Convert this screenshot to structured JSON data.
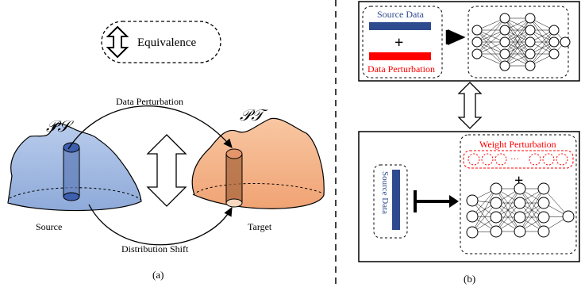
{
  "panel_a": {
    "legend_label": "Equivalence",
    "source_dist_symbol": "𝒫𝒮",
    "target_dist_symbol": "𝒫𝒯",
    "top_arrow_label": "Data Perturbation",
    "bottom_arrow_label": "Distribution Shift",
    "source_label": "Source",
    "target_label": "Target",
    "caption": "(a)"
  },
  "panel_b": {
    "top_box": {
      "source_data_label": "Source Data",
      "plus_sign": "+",
      "perturbation_label": "Data Perturbation"
    },
    "bottom_box": {
      "source_data_label": "Source Data",
      "weight_perturbation_label": "Weight Perturbation",
      "plus_sign": "+",
      "ellipsis": "···"
    },
    "caption": "(b)"
  },
  "colors": {
    "source_blue": "#2e4b8f",
    "perturbation_red": "#ff0000",
    "source_blob_fill": "#a9bfe6",
    "target_blob_fill": "#f5b58a",
    "text": "#000000"
  }
}
